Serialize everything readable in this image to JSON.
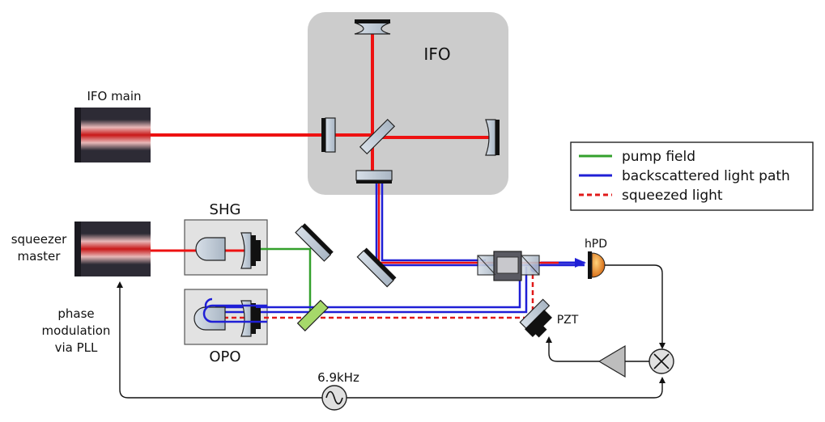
{
  "labels": {
    "ifo": "IFO",
    "ifo_main": "IFO main",
    "shg": "SHG",
    "opo": "OPO",
    "squeezer_line1": "squeezer",
    "squeezer_line2": "master",
    "phase_line1": "phase",
    "phase_line2": "modulation",
    "phase_line3": "via PLL",
    "frequency": "6.9kHz",
    "hpd": "hPD",
    "pzt": "PZT"
  },
  "legend": {
    "items": [
      {
        "label": "pump field",
        "color": "#33a02c",
        "style": "solid"
      },
      {
        "label": "backscattered light path",
        "color": "#1f1fd6",
        "style": "solid"
      },
      {
        "label": "squeezed light",
        "color": "#e01a1a",
        "style": "dashed"
      }
    ]
  },
  "colors": {
    "ifo_main_beam": "#ee1111",
    "pump": "#33a02c",
    "backscatter": "#1f1fd6",
    "squeezed": "#e01a1a",
    "ifo_box": "#cccccc",
    "component_box": "#e0e0e0",
    "laser_body": "#2d2b35",
    "hpd": "#e8821a",
    "amplifier": "#bdbdbd"
  },
  "icons": {
    "mixer": "multiply-circle-icon",
    "oscillator": "sine-wave-icon"
  }
}
